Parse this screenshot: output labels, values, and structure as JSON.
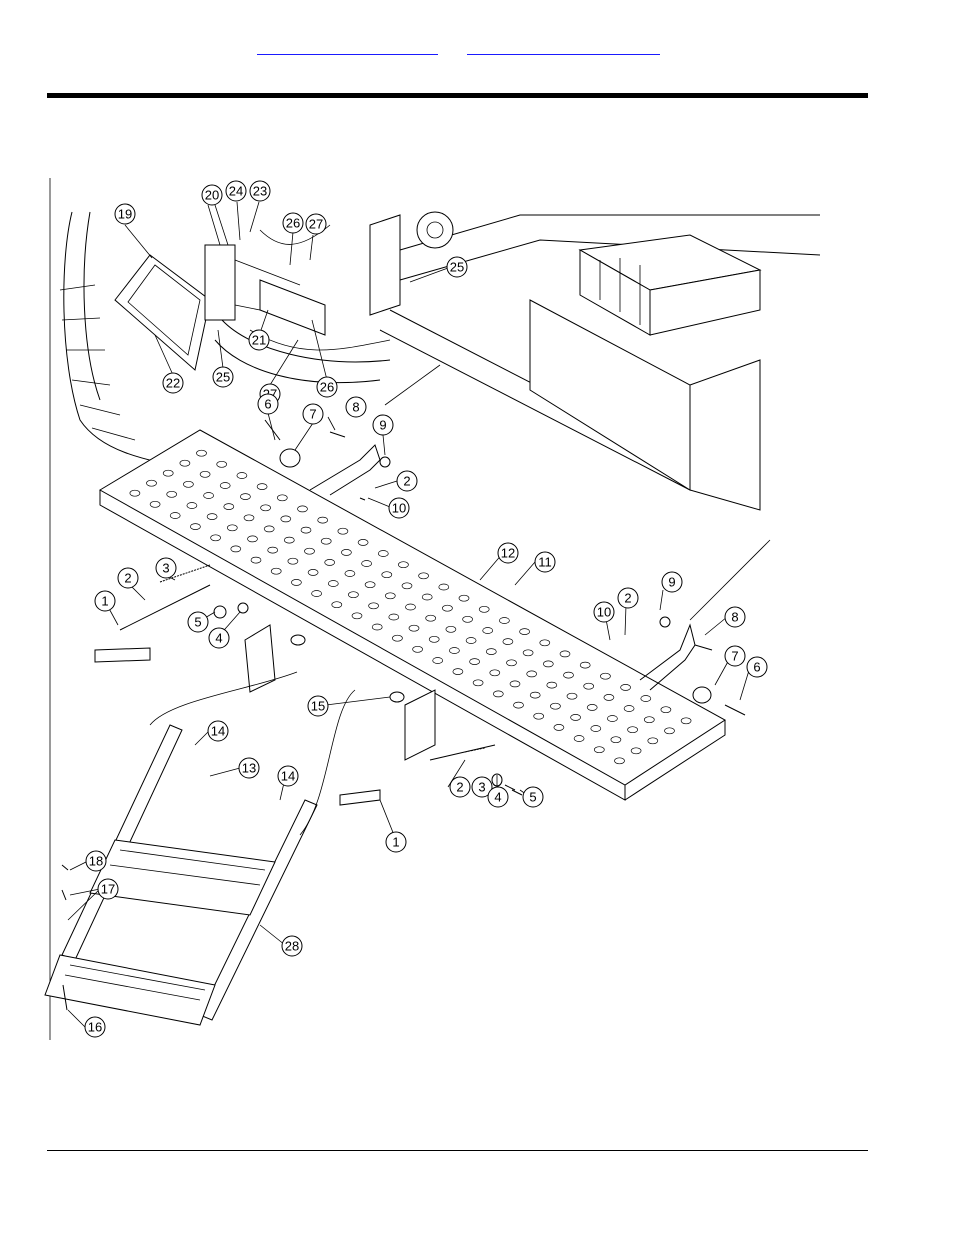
{
  "header": {
    "links": [
      {
        "label": ""
      },
      {
        "label": ""
      }
    ]
  },
  "callouts": [
    "1",
    "2",
    "3",
    "4",
    "5",
    "6",
    "7",
    "8",
    "9",
    "10",
    "11",
    "12",
    "13",
    "14",
    "15",
    "16",
    "17",
    "18",
    "19",
    "20",
    "21",
    "22",
    "23",
    "24",
    "25",
    "26",
    "27",
    "28"
  ]
}
